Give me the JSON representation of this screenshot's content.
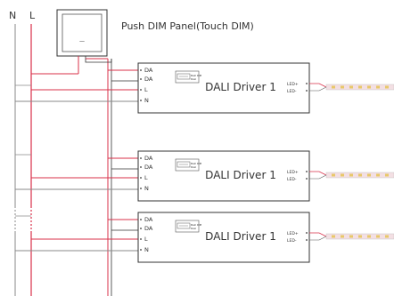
{
  "lines": {
    "n_label": "N",
    "l_label": "L"
  },
  "panel": {
    "title": "Push DIM Panel(Touch DIM)",
    "button_mark": "—"
  },
  "drivers": [
    {
      "title": "DALI Driver 1",
      "terminals": [
        "DA",
        "DA",
        "L",
        "N"
      ],
      "outputs": [
        "LED+",
        "LED-"
      ],
      "module_text": [
        "Push DIM",
        "DALI"
      ]
    },
    {
      "title": "DALI Driver 1",
      "terminals": [
        "DA",
        "DA",
        "L",
        "N"
      ],
      "outputs": [
        "LED+",
        "LED-"
      ],
      "module_text": [
        "Push DIM",
        "DALI"
      ]
    },
    {
      "title": "DALI Driver 1",
      "terminals": [
        "DA",
        "DA",
        "L",
        "N"
      ],
      "outputs": [
        "LED+",
        "LED-"
      ],
      "module_text": [
        "Push DIM",
        "DALI"
      ]
    }
  ],
  "colors": {
    "live_wire": "#d9304a",
    "neutral_wire": "#8a8a8a",
    "dali_wire": "#333333",
    "box_border": "#333333",
    "led_strip": "#f3dfe3",
    "led_chip": "#e8c86a"
  }
}
